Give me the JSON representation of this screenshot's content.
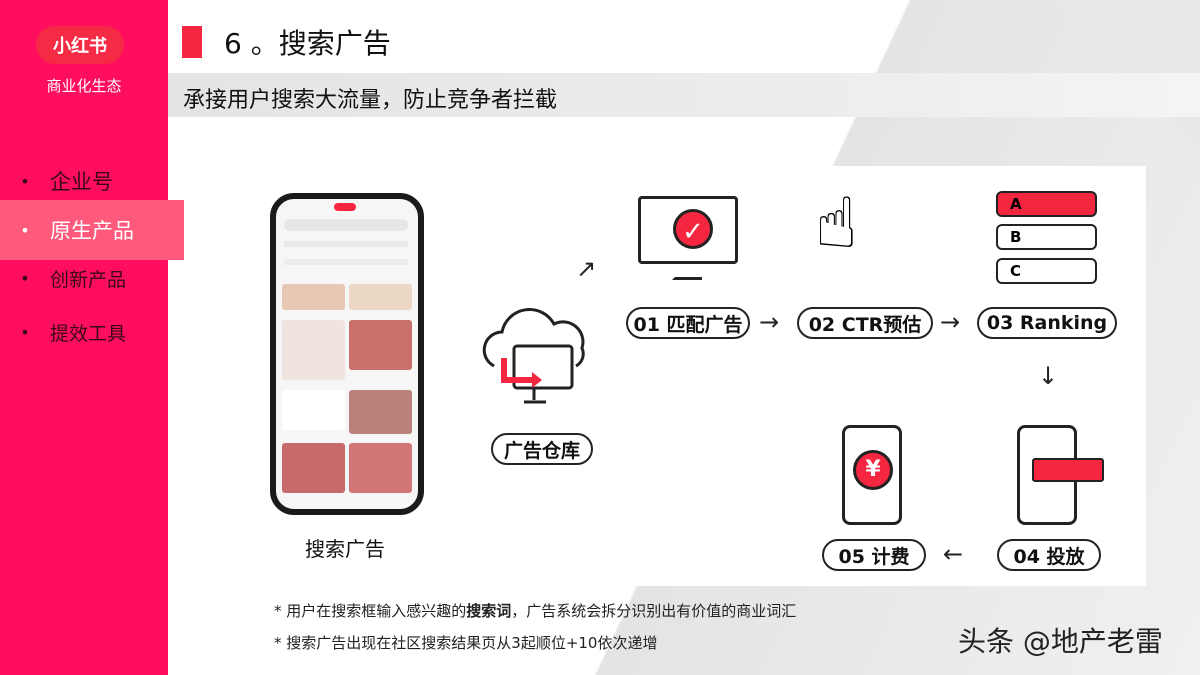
{
  "sidebar": {
    "logo": "小红书",
    "subtitle": "商业化生态",
    "items": [
      {
        "label": "企业号",
        "active": false
      },
      {
        "label": "原生产品",
        "active": true
      },
      {
        "label": "创新产品",
        "active": false
      },
      {
        "label": "提效工具",
        "active": false
      }
    ]
  },
  "header": {
    "title": "6 。搜索广告",
    "subtitle": "承接用户搜索大流量，防止竞争者拦截"
  },
  "diagram": {
    "phone_caption": "搜索广告",
    "warehouse": "广告仓库",
    "steps": [
      "01 匹配广告",
      "02 CTR预估",
      "03 Ranking",
      "04 投放",
      "05 计费"
    ],
    "ranking": [
      "A",
      "B",
      "C"
    ],
    "yuan": "¥"
  },
  "notes": [
    "* 用户在搜索框输入感兴趣的",
    "搜索词",
    "，广告系统会拆分识别出有价值的商业词汇",
    "* 搜索广告出现在社区搜索结果页从3起顺位+10依次递增"
  ],
  "watermark": "头条 @地产老雷",
  "colors": {
    "brand": "#ff0d5f",
    "accent": "#f5263f"
  }
}
